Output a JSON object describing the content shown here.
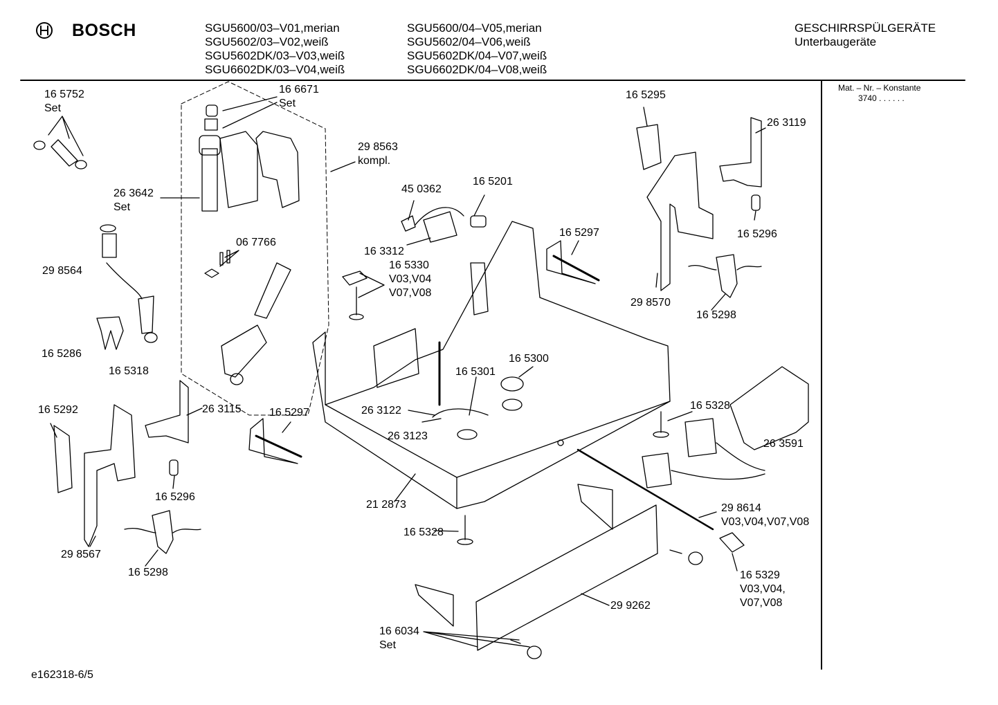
{
  "header": {
    "brand": "BOSCH",
    "models_col1": [
      "SGU5600/03–V01,merian",
      "SGU5602/03–V02,weiß",
      "SGU5602DK/03–V03,weiß",
      "SGU6602DK/03–V04,weiß"
    ],
    "models_col2": [
      "SGU5600/04–V05,merian",
      "SGU5602/04–V06,weiß",
      "SGU5602DK/04–V07,weiß",
      "SGU6602DK/04–V08,weiß"
    ],
    "category": "GESCHIRRSPÜLGERÄTE",
    "subcategory": "Unterbaugeräte"
  },
  "side_panel": {
    "title": "Mat. – Nr. – Konstante",
    "value": "3740 . . . . . ."
  },
  "footer": {
    "drawing_id": "e162318-6/5"
  },
  "parts": [
    {
      "lines": [
        "16 5752",
        "Set"
      ]
    },
    {
      "lines": [
        "16 6671",
        "Set"
      ]
    },
    {
      "lines": [
        "29 8563",
        "kompl."
      ]
    },
    {
      "lines": [
        "26 3642",
        "Set"
      ]
    },
    {
      "lines": [
        "29 8564"
      ]
    },
    {
      "lines": [
        "06 7766"
      ]
    },
    {
      "lines": [
        "16 5286"
      ]
    },
    {
      "lines": [
        "16 5318"
      ]
    },
    {
      "lines": [
        "45 0362"
      ]
    },
    {
      "lines": [
        "16 5201"
      ]
    },
    {
      "lines": [
        "16 3312"
      ]
    },
    {
      "lines": [
        "16 5330",
        "V03,V04",
        "V07,V08"
      ]
    },
    {
      "lines": [
        "16 5297"
      ]
    },
    {
      "lines": [
        "16 5295"
      ]
    },
    {
      "lines": [
        "26 3119"
      ]
    },
    {
      "lines": [
        "16 5296"
      ]
    },
    {
      "lines": [
        "29 8570"
      ]
    },
    {
      "lines": [
        "16 5298"
      ]
    },
    {
      "lines": [
        "16 5300"
      ]
    },
    {
      "lines": [
        "16 5301"
      ]
    },
    {
      "lines": [
        "26 3122"
      ]
    },
    {
      "lines": [
        "26 3123"
      ]
    },
    {
      "lines": [
        "16 5292"
      ]
    },
    {
      "lines": [
        "26 3115"
      ]
    },
    {
      "lines": [
        "16 5297"
      ]
    },
    {
      "lines": [
        "16 5296"
      ]
    },
    {
      "lines": [
        "29 8567"
      ]
    },
    {
      "lines": [
        "16 5298"
      ]
    },
    {
      "lines": [
        "21 2873"
      ]
    },
    {
      "lines": [
        "16 5328"
      ]
    },
    {
      "lines": [
        "16 5328"
      ]
    },
    {
      "lines": [
        "26 3591"
      ]
    },
    {
      "lines": [
        "29 8614",
        "V03,V04,V07,V08"
      ]
    },
    {
      "lines": [
        "16 5329",
        "V03,V04,",
        "V07,V08"
      ]
    },
    {
      "lines": [
        "29 9262"
      ]
    },
    {
      "lines": [
        "16 6034",
        "Set"
      ]
    }
  ]
}
